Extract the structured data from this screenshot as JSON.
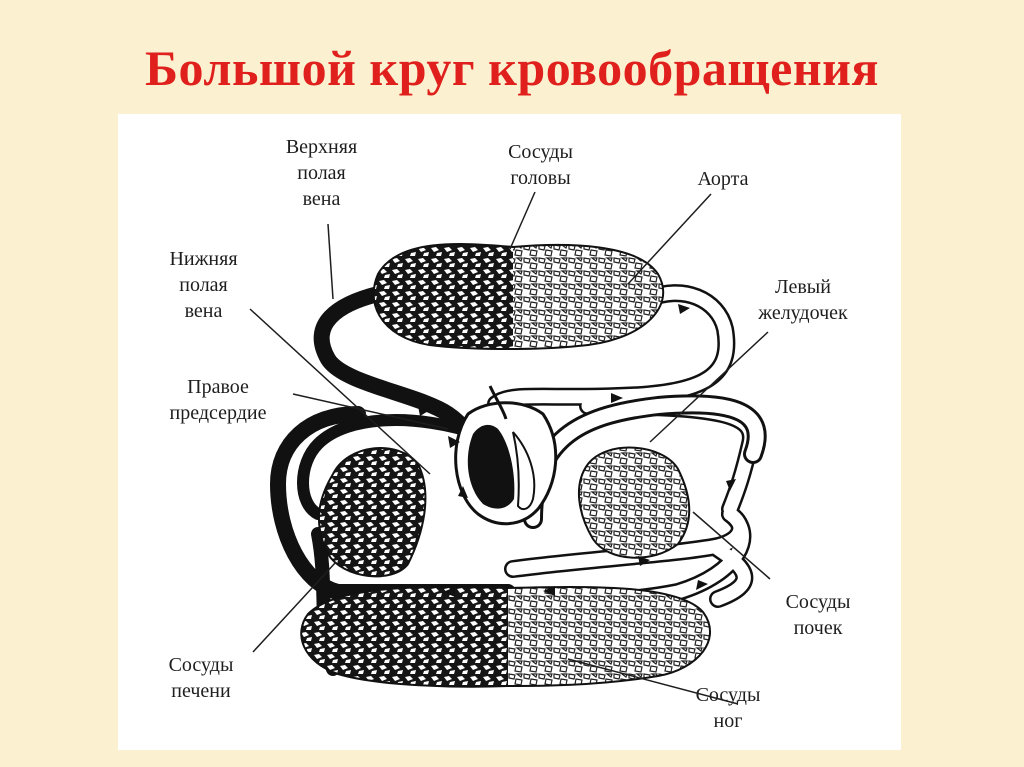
{
  "title": "Большой круг кровообращения",
  "labels": {
    "superior_vena_cava": [
      "Верхняя",
      "полая",
      "вена"
    ],
    "head_vessels": [
      "Сосуды",
      "головы"
    ],
    "aorta": [
      "Аорта"
    ],
    "inferior_vena_cava": [
      "Нижняя",
      "полая",
      "вена"
    ],
    "left_ventricle": [
      "Левый",
      "желудочек"
    ],
    "right_atrium": [
      "Правое",
      "предсердие"
    ],
    "kidney_vessels": [
      "Сосуды",
      "почек"
    ],
    "liver_vessels": [
      "Сосуды",
      "печени"
    ],
    "leg_vessels": [
      "Сосуды",
      "ног"
    ]
  },
  "colors": {
    "title": "#e0201c",
    "background": "#fbf1d0",
    "venous_blood": "#111111",
    "arterial_blood": "#ffffff",
    "ink": "#1e1e1e"
  }
}
